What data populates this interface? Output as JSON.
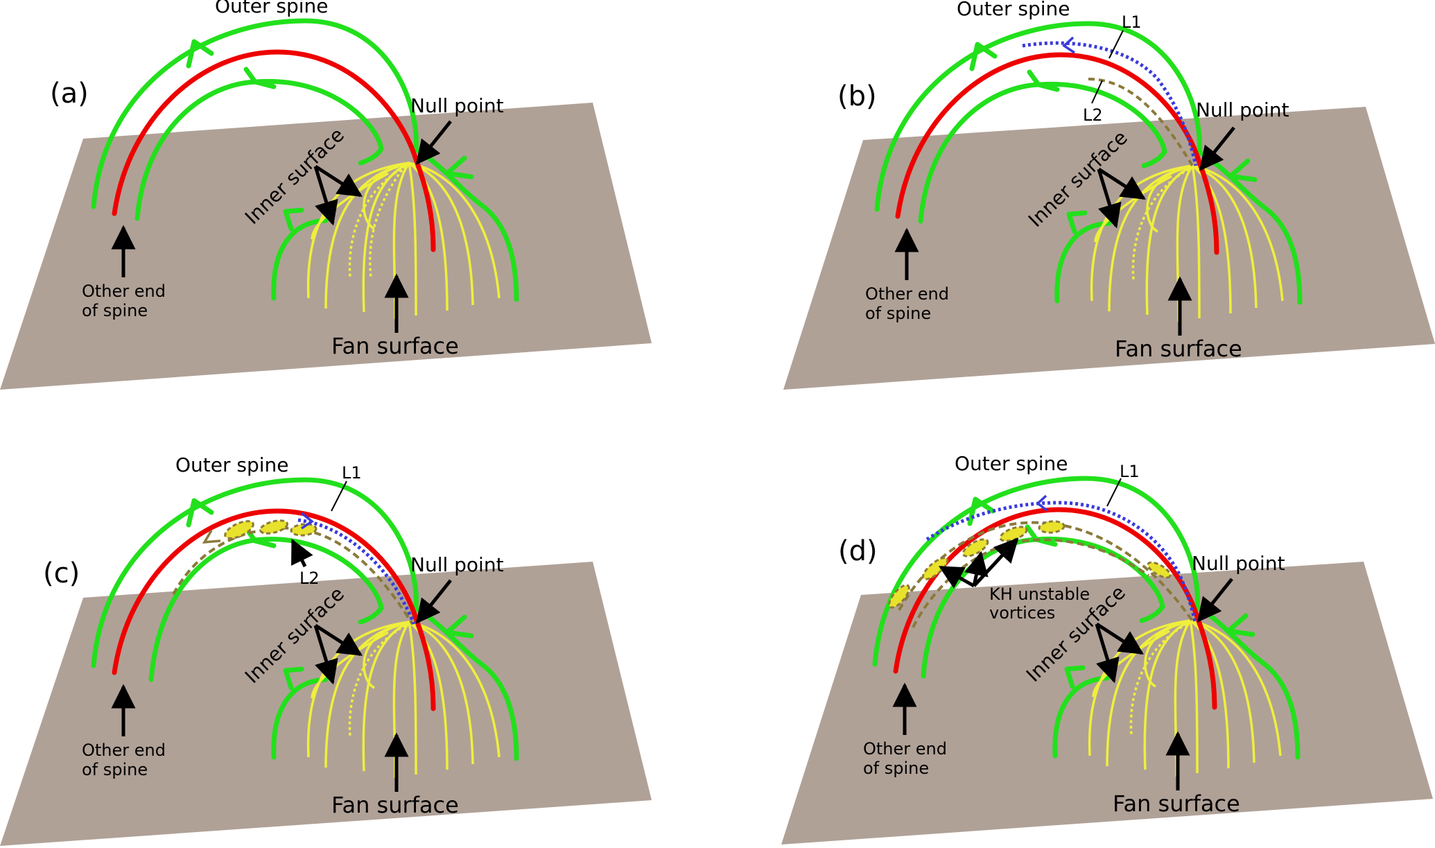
{
  "colors": {
    "plane": "#b0a197",
    "spine": "#ee0000",
    "field_green": "#22e01c",
    "fan_yellow": "#efef3c",
    "vortex_fill": "#e9e22c",
    "vortex_edge": "#8a7a3a",
    "flow_blue": "#3a3adc",
    "arrow": "#000000"
  },
  "labels": {
    "outer_spine": "Outer spine",
    "null_point": "Null point",
    "inner_surface": "Inner surface",
    "other_end_line1": "Other end",
    "other_end_line2": "of spine",
    "fan_surface": "Fan surface",
    "l1": "L1",
    "l2": "L2",
    "kh_line1": "KH unstable",
    "kh_line2": "vortices"
  },
  "panels": [
    {
      "id": "a",
      "tag": "(a)",
      "show_l1": false,
      "show_l2": false,
      "vortices": "none"
    },
    {
      "id": "b",
      "tag": "(b)",
      "show_l1": true,
      "show_l2": true,
      "vortices": "none"
    },
    {
      "id": "c",
      "tag": "(c)",
      "show_l1": true,
      "show_l2": true,
      "vortices": "some"
    },
    {
      "id": "d",
      "tag": "(d)",
      "show_l1": true,
      "show_l2": false,
      "vortices": "many"
    }
  ]
}
